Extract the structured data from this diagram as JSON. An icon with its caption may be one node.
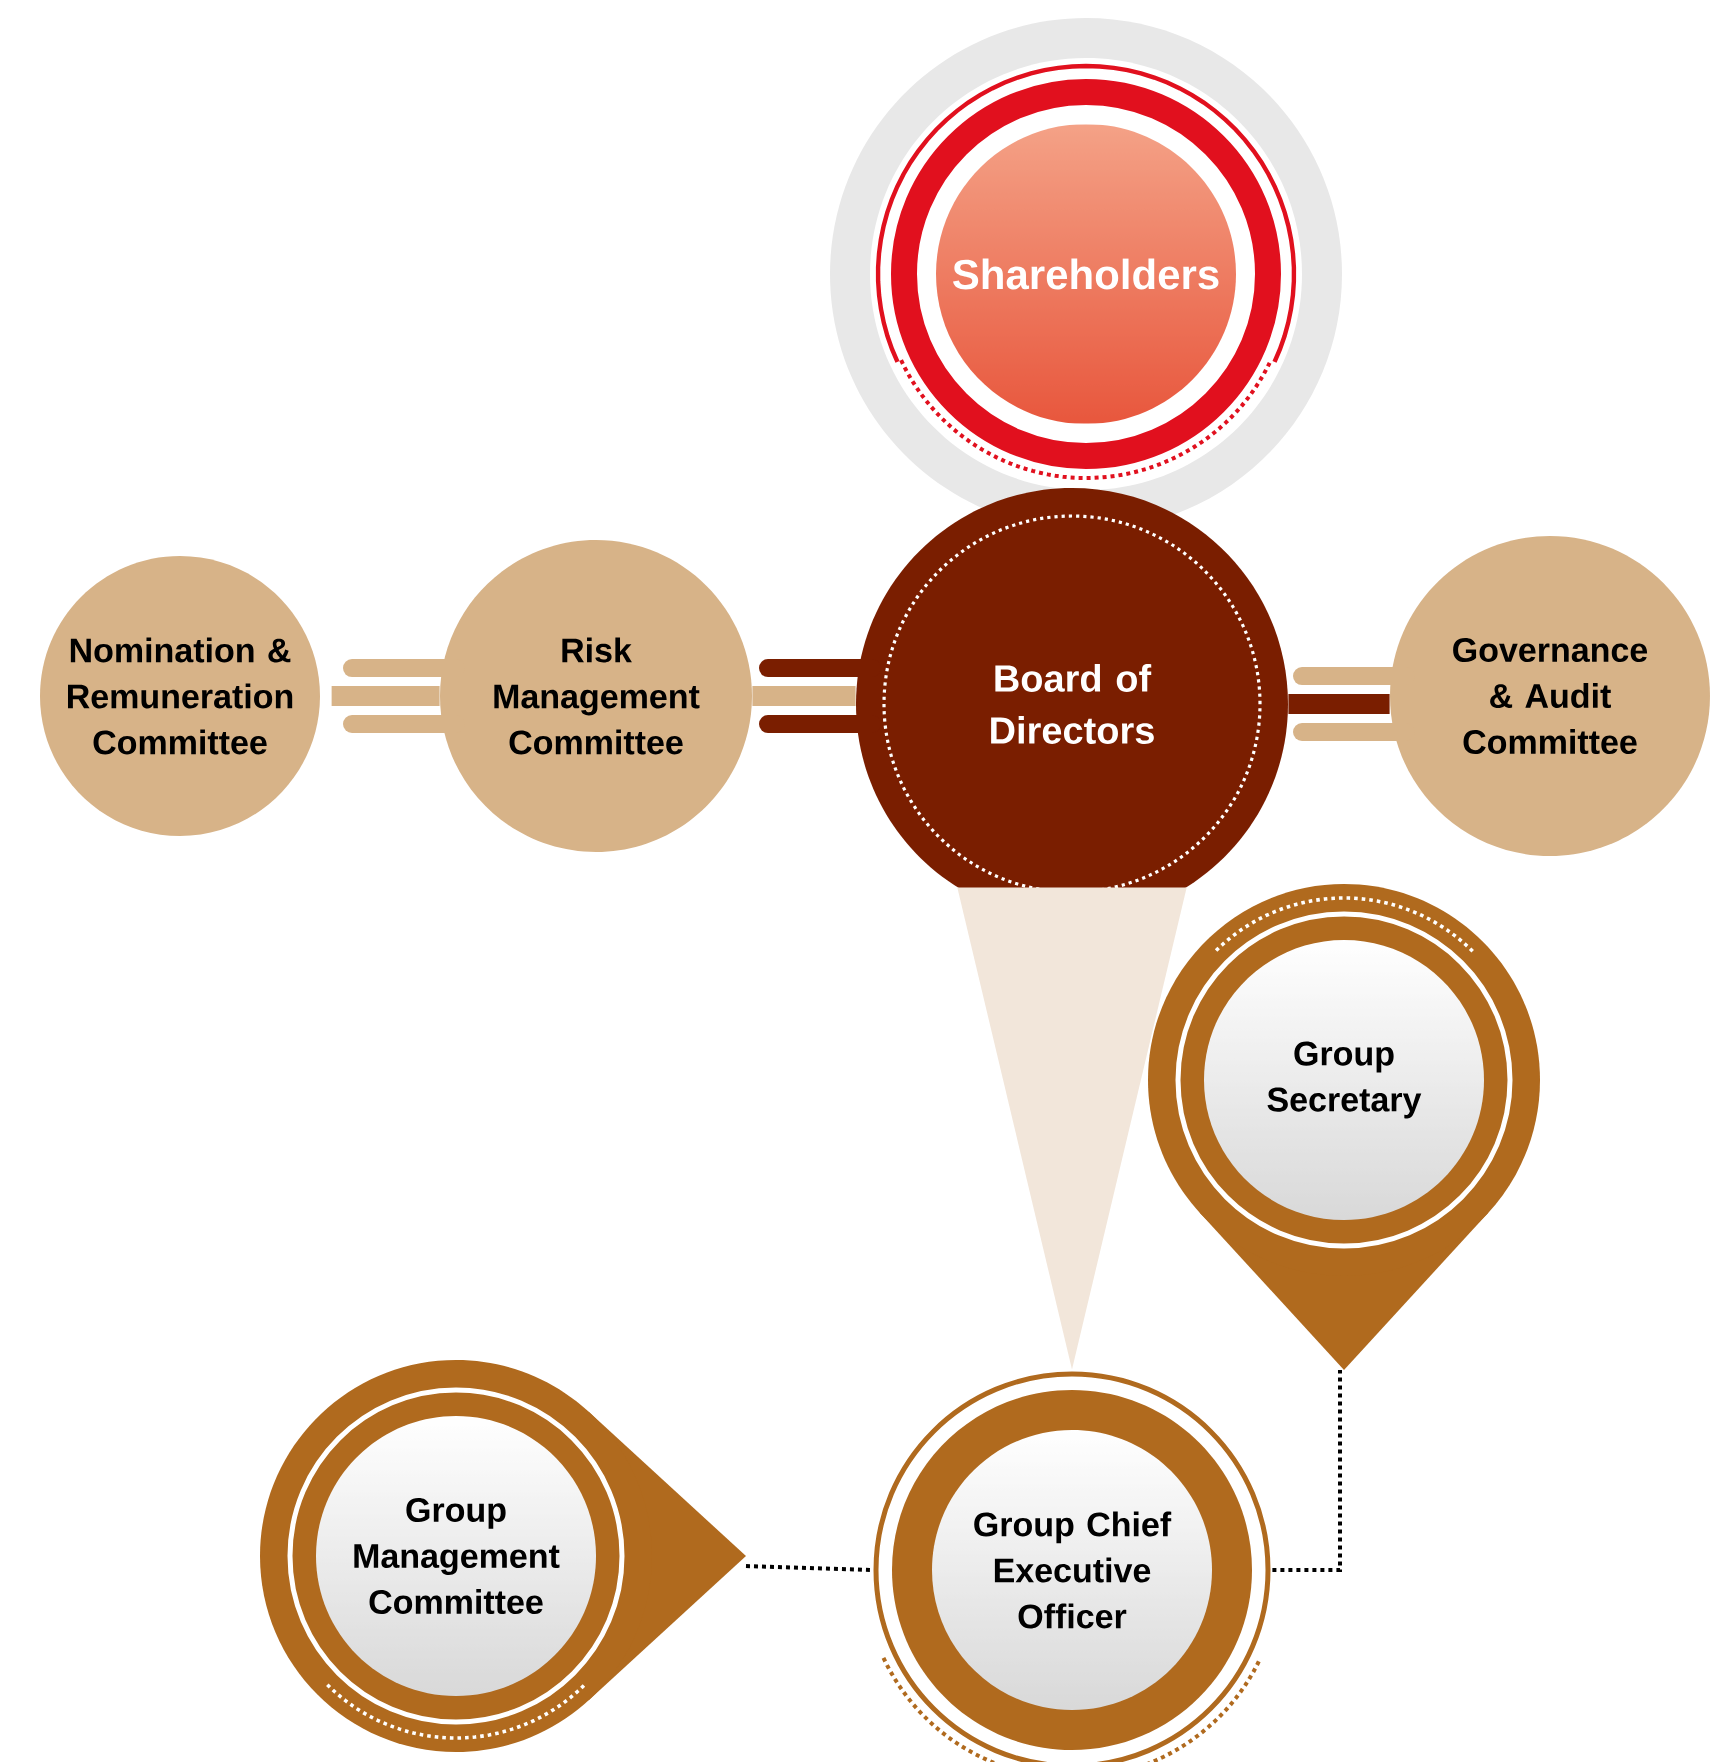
{
  "diagram": {
    "nodes": [
      {
        "text": [
          "Shareholders"
        ]
      },
      {
        "text": [
          "Nomination & Remuneration Committee"
        ]
      },
      {
        "text": [
          "Risk Management Committee"
        ]
      },
      {
        "text": [
          "Board of Directors"
        ]
      },
      {
        "text": [
          "Governance & Audit Committee"
        ]
      },
      {
        "text": [
          "Group Secretary"
        ]
      },
      {
        "text": [
          "Group Management Committee"
        ]
      },
      {
        "text": [
          "Group Chief Executive Officer"
        ]
      }
    ],
    "edges": [
      {
        "from": 1,
        "to": 2,
        "arrow": "none",
        "color": "#d7b388"
      },
      {
        "from": 2,
        "to": 3,
        "arrow": "none",
        "color": "#d7b388"
      },
      {
        "from": 3,
        "to": 4,
        "arrow": "none",
        "color": "#7a1e00"
      },
      {
        "from": 3,
        "to": 7,
        "arrow": "none",
        "color": "#f2e6da"
      },
      {
        "from": 6,
        "to": 7,
        "arrow": "none",
        "style": "dashed",
        "color": "#000000"
      },
      {
        "from": 7,
        "to": 5,
        "arrow": "none",
        "style": "dashed",
        "color": "#000000"
      }
    ]
  }
}
